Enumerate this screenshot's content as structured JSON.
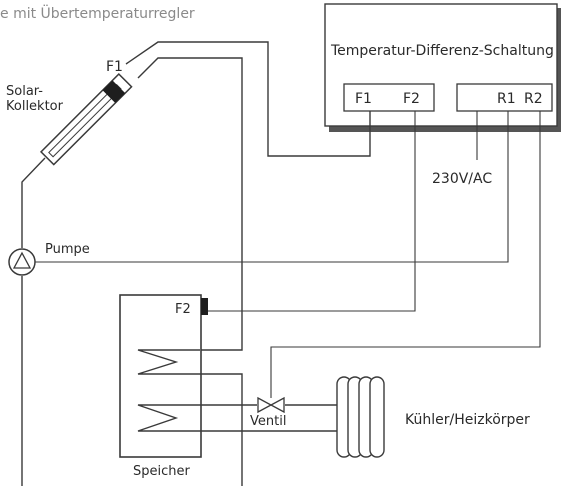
{
  "caption": "e mit Übertemperaturregler",
  "controller": {
    "title": "Temperatur-Differenz-Schaltung",
    "terminals": {
      "f1": "F1",
      "f2": "F2",
      "r1": "R1",
      "r2": "R2"
    },
    "power": "230V/AC"
  },
  "collector": {
    "label_line1": "Solar-",
    "label_line2": "Kollektor",
    "sensor": "F1"
  },
  "pump": {
    "label": "Pumpe"
  },
  "storage": {
    "label": "Speicher",
    "sensor": "F2"
  },
  "valve": {
    "label": "Ventil"
  },
  "radiator": {
    "label": "Kühler/Heizkörper"
  }
}
